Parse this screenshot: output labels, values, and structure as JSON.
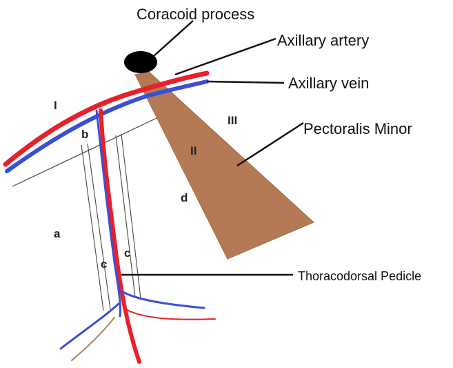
{
  "labels": {
    "coracoid": "Coracoid process",
    "artery": "Axillary artery",
    "vein": "Axillary vein",
    "pectoralis": "Pectoralis Minor",
    "pedicle": "Thoracodorsal Pedicle"
  },
  "zones": {
    "level_1": "I",
    "level_2": "II",
    "level_3": "III",
    "a": "a",
    "b": "b",
    "c_left": "c",
    "c_right": "c",
    "d": "d"
  },
  "colors": {
    "artery": "#e8202a",
    "vein": "#3b4fd6",
    "muscle": "#b47a56",
    "bone": "#000000",
    "nerve": "#b48a64",
    "outline": "#222222"
  }
}
